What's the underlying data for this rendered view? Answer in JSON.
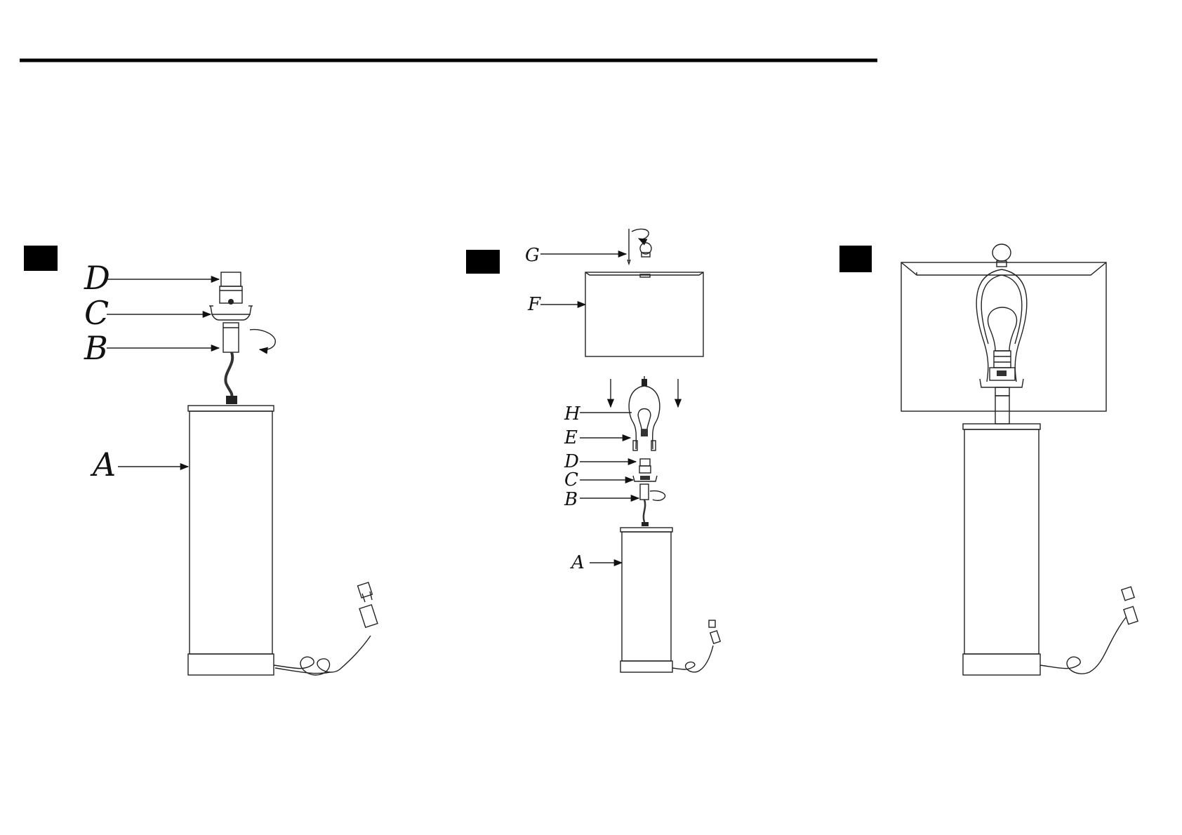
{
  "colors": {
    "ink": "#111111",
    "badge": "#000000",
    "paper": "#ffffff"
  },
  "steps": [
    {
      "labels": {
        "d": "D",
        "c": "C",
        "b": "B",
        "a": "A"
      }
    },
    {
      "labels": {
        "g": "G",
        "f": "F",
        "h": "H",
        "e": "E",
        "d": "D",
        "c": "C",
        "b": "B",
        "a": "A"
      }
    },
    {
      "labels": {}
    }
  ]
}
